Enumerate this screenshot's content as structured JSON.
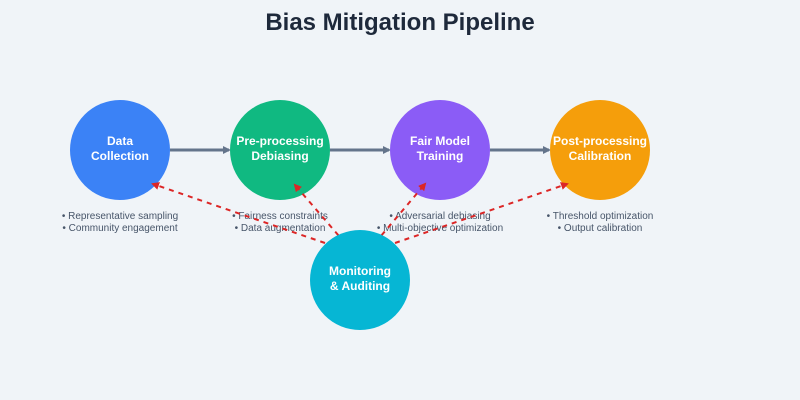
{
  "title": "Bias Mitigation Pipeline",
  "colors": {
    "background": "#f0f4f8",
    "arrow": "#64748b",
    "feedback": "#dc2626"
  },
  "nodes": [
    {
      "id": "data",
      "line1": "Data",
      "line2": "Collection",
      "color": "#3b82f6",
      "bullets": [
        "• Representative sampling",
        "• Community engagement"
      ]
    },
    {
      "id": "pre",
      "line1": "Pre-processing",
      "line2": "Debiasing",
      "color": "#10b981",
      "bullets": [
        "• Fairness constraints",
        "• Data augmentation"
      ]
    },
    {
      "id": "train",
      "line1": "Fair Model",
      "line2": "Training",
      "color": "#8b5cf6",
      "bullets": [
        "• Adversarial debiasing",
        "• Multi-objective optimization"
      ]
    },
    {
      "id": "post",
      "line1": "Post-processing",
      "line2": "Calibration",
      "color": "#f59e0b",
      "bullets": [
        "• Threshold optimization",
        "• Output calibration"
      ]
    }
  ],
  "monitor": {
    "line1": "Monitoring",
    "line2": "& Auditing",
    "color": "#06b6d4"
  },
  "edges": [
    [
      "data",
      "pre"
    ],
    [
      "pre",
      "train"
    ],
    [
      "train",
      "post"
    ]
  ],
  "feedback_targets": [
    "data",
    "pre",
    "train",
    "post"
  ]
}
